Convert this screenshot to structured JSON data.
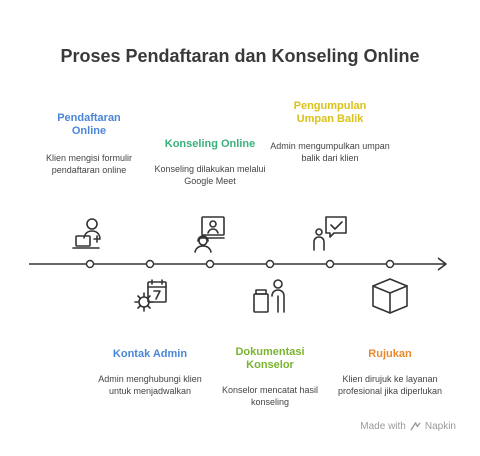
{
  "title": "Proses Pendaftaran dan Konseling Online",
  "steps": [
    {
      "title": "Pendaftaran\nOnline",
      "desc": "Klien mengisi formulir pendaftaran online",
      "color": "#4a86d8",
      "icon": "user-laptop-icon"
    },
    {
      "title": "Kontak Admin",
      "desc": "Admin menghubungi klien untuk menjadwalkan",
      "color": "#4a86d8",
      "icon": "calendar-gear-icon"
    },
    {
      "title": "Konseling Online",
      "desc": "Konseling dilakukan melalui Google Meet",
      "color": "#3ab07a",
      "icon": "video-call-icon"
    },
    {
      "title": "Dokumentasi\nKonselor",
      "desc": "Konselor mencatat hasil konseling",
      "color": "#7ab32e",
      "icon": "desk-worker-icon"
    },
    {
      "title": "Pengumpulan\nUmpan Balik",
      "desc": "Admin mengumpulkan umpan balik dari klien",
      "color": "#d9c21a",
      "icon": "feedback-icon"
    },
    {
      "title": "Rujukan",
      "desc": "Klien dirujuk ke layanan profesional jika diperlukan",
      "color": "#e8892b",
      "icon": "box-icon"
    }
  ],
  "footer": {
    "label": "Made with",
    "brand": "Napkin"
  }
}
